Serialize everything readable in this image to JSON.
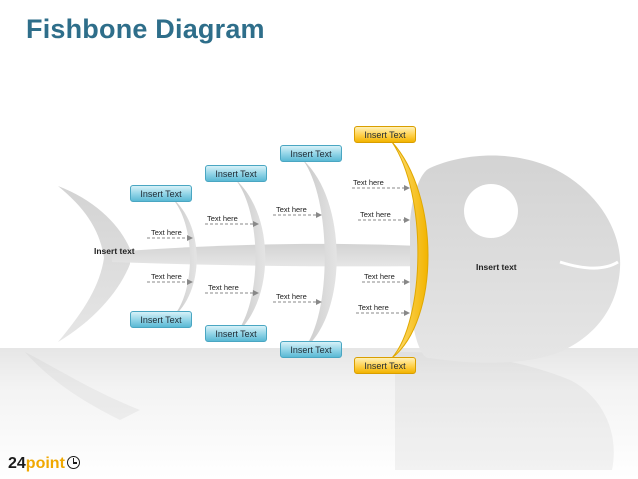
{
  "title": "Fishbone Diagram",
  "tail_label": "Insert text",
  "head_label": "Insert text",
  "colors": {
    "title": "#2e6e8a",
    "box_blue": "#8fd3e6",
    "box_gold": "#ffd04a",
    "bone": "#d9d9d9",
    "spine_gold": "#f5c53a"
  },
  "top_boxes": [
    "Insert Text",
    "Insert Text",
    "Insert Text",
    "Insert Text"
  ],
  "bottom_boxes": [
    "Insert Text",
    "Insert Text",
    "Insert Text",
    "Insert Text"
  ],
  "tags": [
    "Text here",
    "Text here",
    "Text here",
    "Text here",
    "Text here",
    "Text here",
    "Text here",
    "Text here",
    "Text here",
    "Text here"
  ],
  "logo": {
    "number": "24",
    "word": "point",
    "icon": "clock-icon"
  }
}
